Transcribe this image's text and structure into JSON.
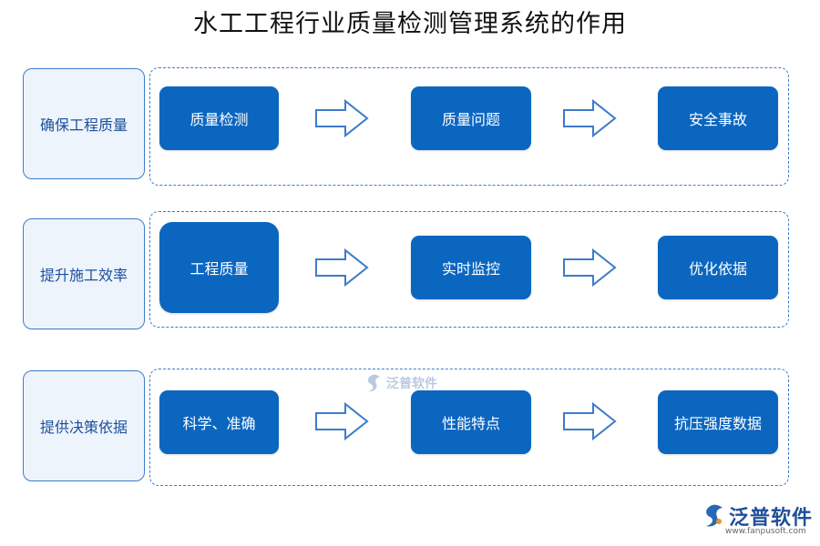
{
  "title": "水工工程行业质量检测管理系统的作用",
  "rows": [
    {
      "label": "确保工程质量",
      "steps": [
        "质量检测",
        "质量问题",
        "安全事故"
      ]
    },
    {
      "label": "提升施工效率",
      "steps": [
        "工程质量",
        "实时监控",
        "优化依据"
      ]
    },
    {
      "label": "提供决策依据",
      "steps": [
        "科学、准确",
        "性能特点",
        "抗压强度数据"
      ]
    }
  ],
  "watermark": {
    "text": "泛普软件"
  },
  "logo": {
    "text": "泛普软件",
    "url": "www.fanpusoft.com"
  },
  "colors": {
    "node": "#0b66c0",
    "border": "#3d7cc9",
    "label_bg": "#eef4fb",
    "label_text": "#1a4f9c"
  }
}
